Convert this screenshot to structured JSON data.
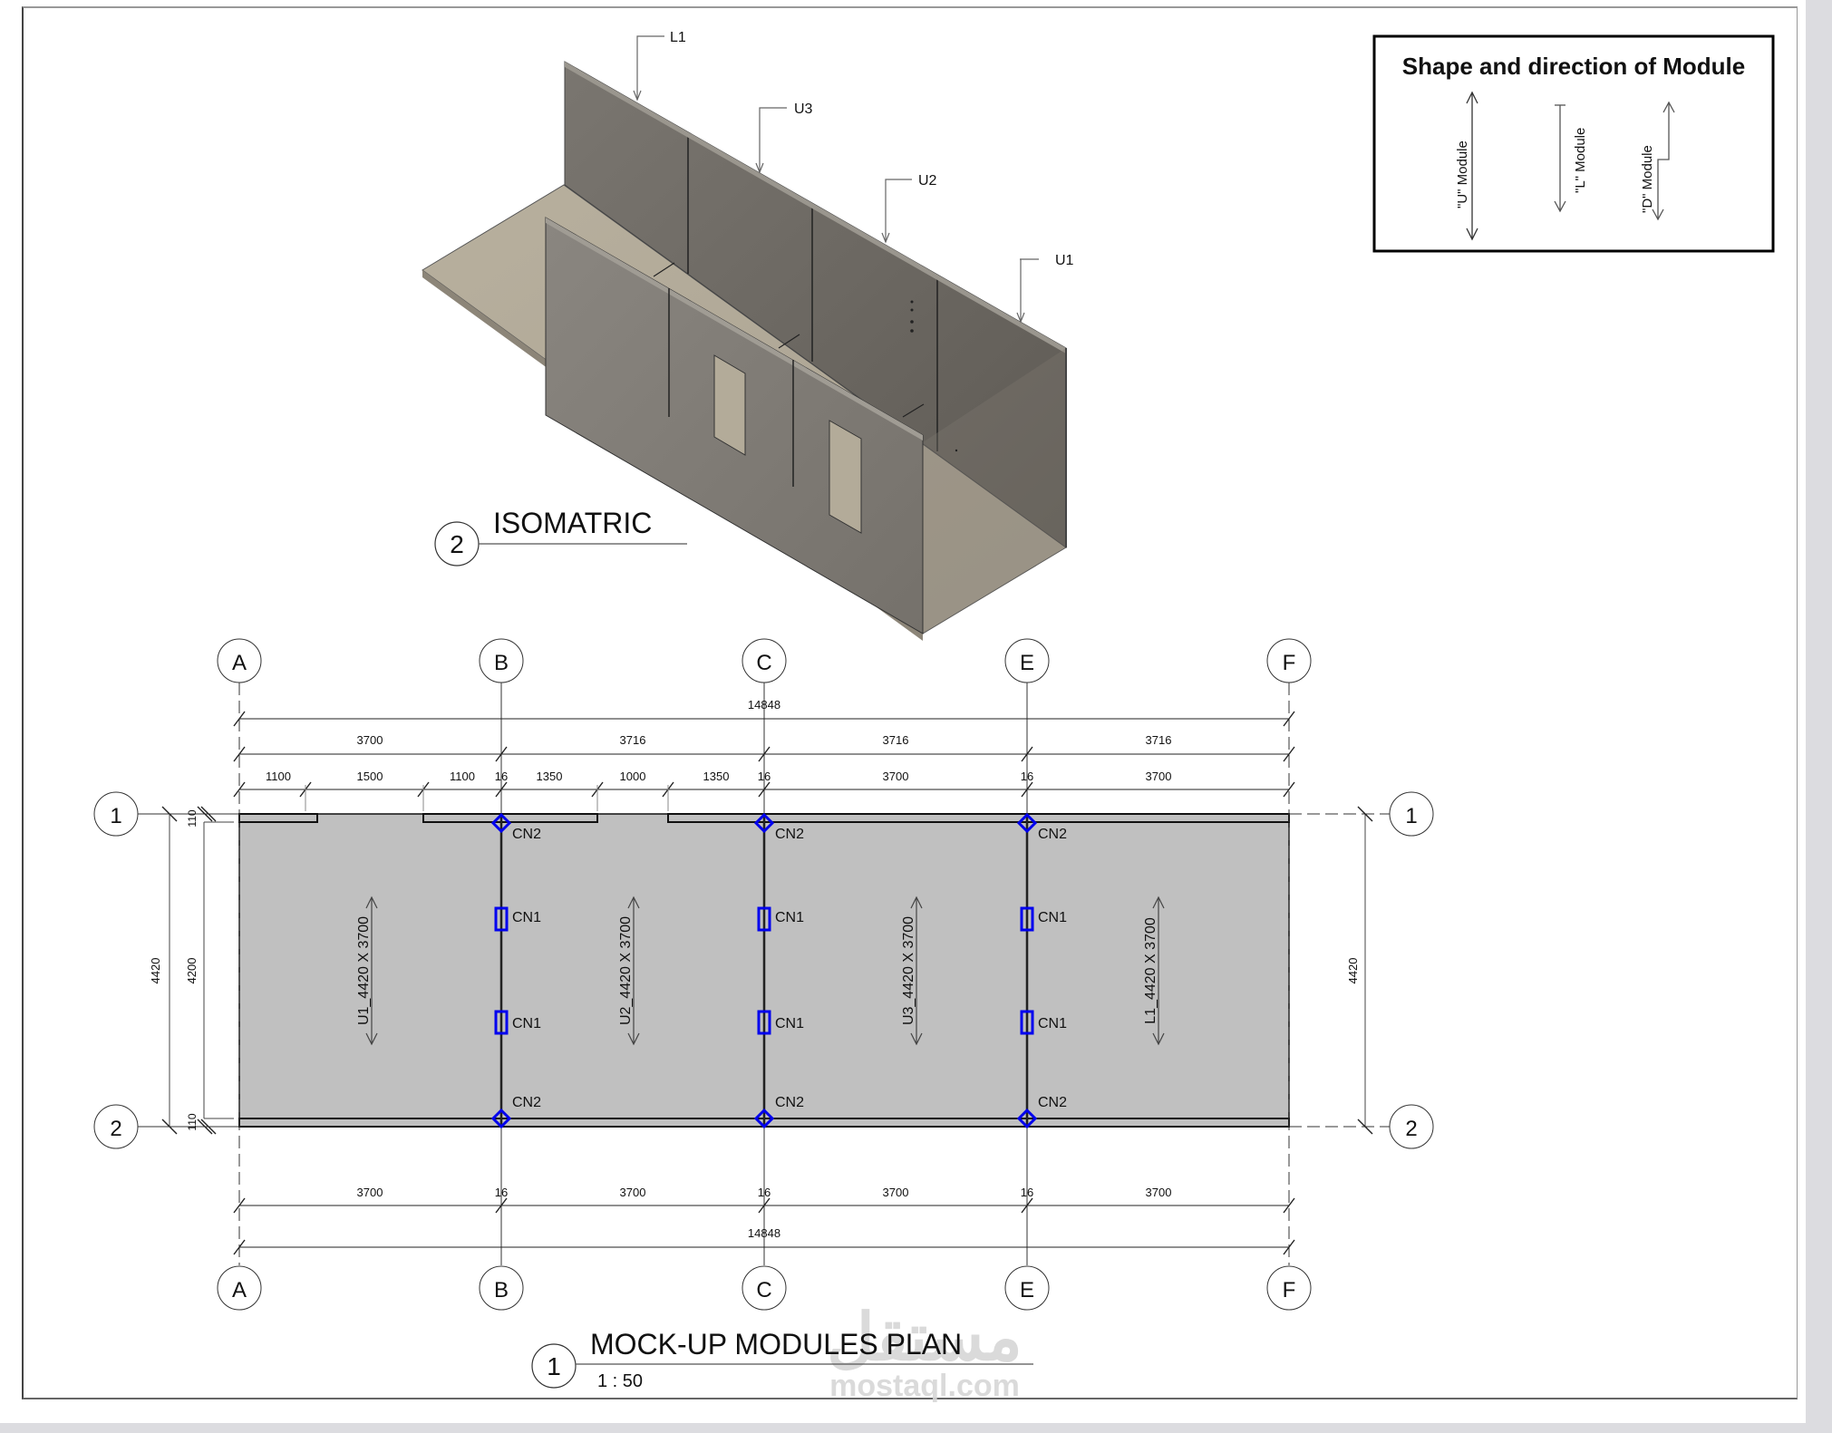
{
  "legend": {
    "title": "Shape and direction of Module",
    "items": [
      {
        "label": "\"U\" Module",
        "arrow": "double-arrow"
      },
      {
        "label": "\"L\" Module",
        "arrow": "single-down-arrow"
      },
      {
        "label": "\"D\" Module",
        "arrow": "stepped-arrow"
      }
    ]
  },
  "isometric": {
    "view_number": "2",
    "title": "ISOMATRIC",
    "tags": [
      "L1",
      "U3",
      "U2",
      "U1"
    ]
  },
  "plan": {
    "view_number": "1",
    "title": "MOCK-UP MODULES PLAN",
    "scale": "1 : 50",
    "grid_columns": [
      "A",
      "B",
      "C",
      "E",
      "F"
    ],
    "grid_rows": [
      "1",
      "2"
    ],
    "top_dims": {
      "overall": "14848",
      "bays": [
        "3700",
        "3716",
        "3716",
        "3716"
      ],
      "segments": [
        "1100",
        "1500",
        "1100",
        "16",
        "1350",
        "1000",
        "1350",
        "16",
        "3700",
        "16",
        "3700"
      ]
    },
    "bottom_dims": {
      "overall": "14848",
      "segments": [
        "3700",
        "16",
        "3700",
        "16",
        "3700",
        "16",
        "3700"
      ]
    },
    "left_dims": {
      "overall": "4420",
      "inner": "4200",
      "wall_top": "110",
      "wall_bottom": "110"
    },
    "right_dims": {
      "overall": "4420"
    },
    "modules": [
      "U1_4420 X 3700",
      "U2_4420 X 3700",
      "U3_4420 X 3700",
      "L1_4420 X 3700"
    ],
    "connectors": {
      "end": "CN2",
      "mid": "CN1"
    }
  },
  "watermark": {
    "arabic": "مستقل",
    "latin": "mostaql.com"
  },
  "colors": {
    "slab": "#c0c0c0",
    "connector": "#0000ee",
    "wall_dark": "#5f5b55",
    "floor": "#b0a896"
  }
}
